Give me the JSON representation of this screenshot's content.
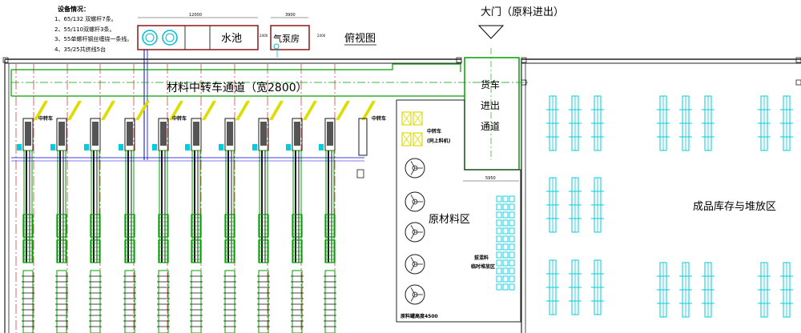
{
  "equipment_notes": {
    "title": "设备情况：",
    "lines": [
      "1、65/132 双螺杆7条。",
      "2、55/110双螺杆3条。",
      "3、55单螺杆钢丝缠绕一条线。",
      "4、35/25共挤线5台"
    ]
  },
  "labels": {
    "water_pool": "水池",
    "air_pump_room": "气泵房",
    "plan_view": "俯视图",
    "main_gate": "大门（原料进出）",
    "transfer_passage": "材料中转车通道（宽2800）",
    "truck_passage": [
      "货车",
      "进出",
      "通道"
    ],
    "transfer_cart": "中转车",
    "transfer_cart_right": "中转车",
    "transfer_cart_note": "(同上料机)",
    "raw_material_area": "原材料区",
    "mixed_material_area": [
      "拔混料",
      "临时堆放区"
    ],
    "silo_height": "原料罐高度4500",
    "finished_goods_area": "成品库存与堆放区"
  },
  "dimensions": {
    "pool_width": "12000",
    "pump_width": "3900",
    "truck_width": "5950",
    "pool_height": "2400",
    "pump_height": "2400"
  },
  "colors": {
    "line": "#1a1a1a",
    "green": "#00a000",
    "cyan": "#00ccdd",
    "yellow": "#dddd00",
    "red": "#cc0000",
    "blue": "#0000dd"
  }
}
